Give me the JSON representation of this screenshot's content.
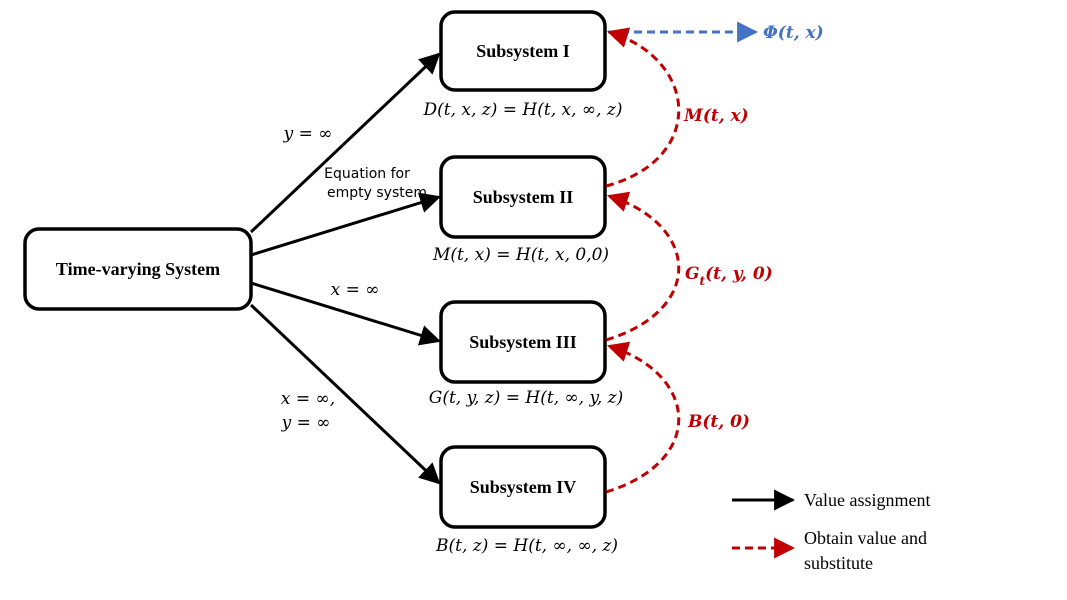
{
  "nodes": {
    "main": "Time-varying System",
    "s1": "Subsystem I",
    "s2": "Subsystem II",
    "s3": "Subsystem III",
    "s4": "Subsystem IV"
  },
  "equations": {
    "s1": "D(t, x, z) = H(t, x, ∞, z)",
    "s2": "M(t, x) = H(t, x, 0,0)",
    "s3": "G(t, y, z) = H(t, ∞, y, z)",
    "s4": "B(t, z) = H(t, ∞, ∞, z)"
  },
  "edge_labels": {
    "to_s1": "y = ∞",
    "to_s2_line1": "Equation for",
    "to_s2_line2": "empty system",
    "to_s3": "x = ∞",
    "to_s4_line1": "x = ∞,",
    "to_s4_line2": "y = ∞"
  },
  "feedback_labels": {
    "s2_to_s1": "M(t, x)",
    "s3_to_s2": "G",
    "s3_to_s2_sub": "t",
    "s3_to_s2_args": "(t, y, 0)",
    "s4_to_s3": "B(t, 0)"
  },
  "output_label": "Φ(t, x)",
  "legend": {
    "solid": "Value assignment",
    "dashed_line1": "Obtain value and",
    "dashed_line2": "substitute"
  },
  "colors": {
    "solid": "#000000",
    "dashed": "#C00000",
    "output": "#4472C4"
  }
}
